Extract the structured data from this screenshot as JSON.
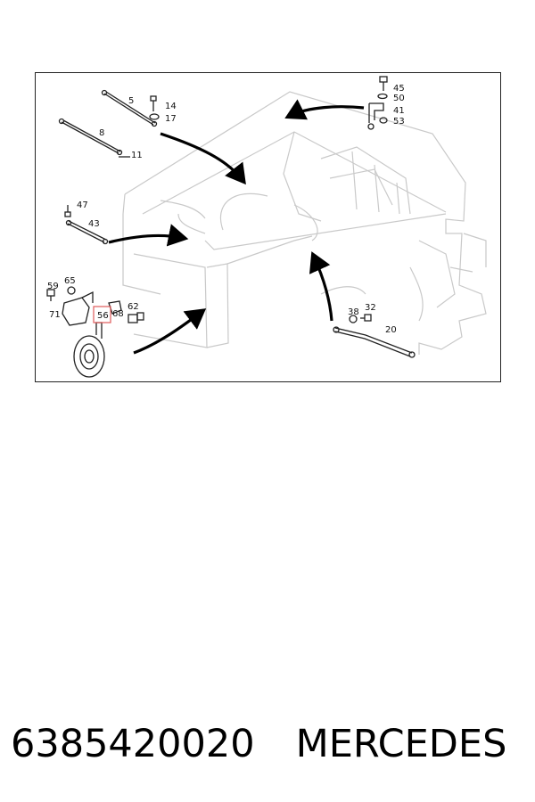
{
  "diagram": {
    "part_labels": [
      "5",
      "14",
      "17",
      "8",
      "11",
      "45",
      "50",
      "41",
      "53",
      "47",
      "43",
      "59",
      "65",
      "71",
      "56",
      "68",
      "62",
      "38",
      "32",
      "20"
    ],
    "highlighted_label": "56",
    "highlight_color": "#e05a5a"
  },
  "caption": {
    "part_number": "6385420020",
    "brand": "MERCEDES"
  }
}
